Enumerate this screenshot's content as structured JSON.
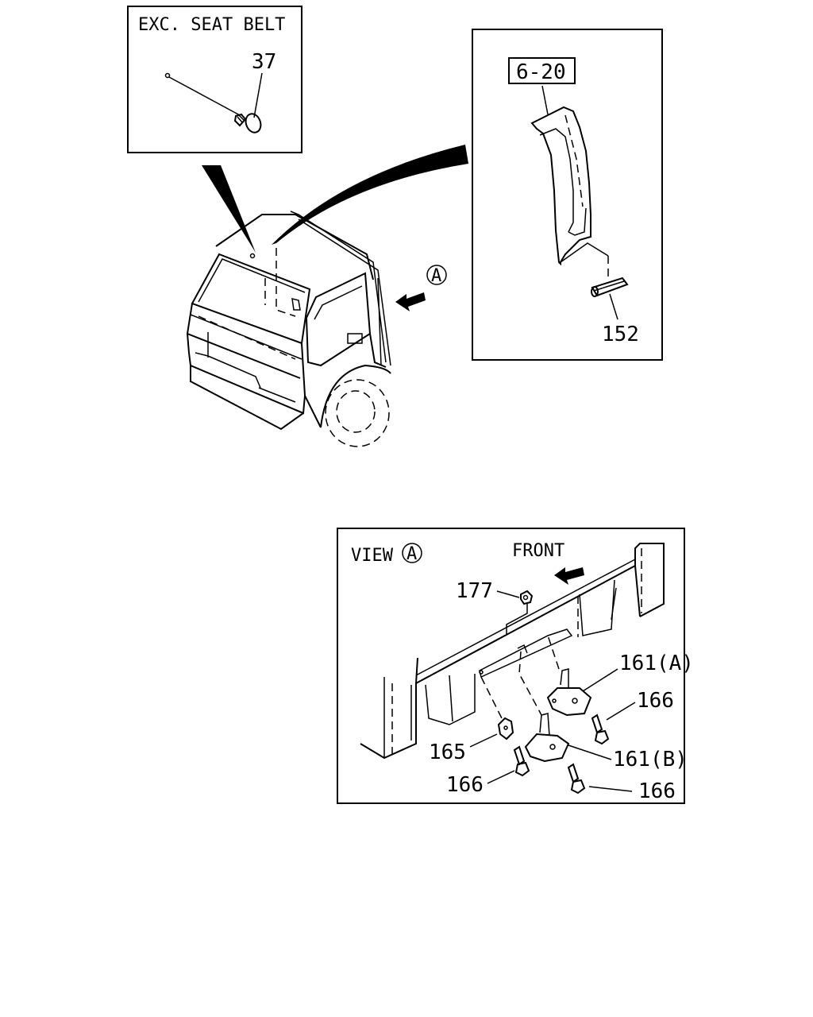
{
  "inset_top_left": {
    "caption": "EXC. SEAT BELT",
    "part": "37"
  },
  "inset_top_right": {
    "ref_box": "6-20",
    "part": "152"
  },
  "cab_view_marker": "A",
  "inset_bottom": {
    "view_word": "VIEW",
    "view_letter": "A",
    "direction_label": "FRONT",
    "callouts": [
      "177",
      "161(A)",
      "166",
      "165",
      "161(B)",
      "166",
      "166"
    ]
  }
}
